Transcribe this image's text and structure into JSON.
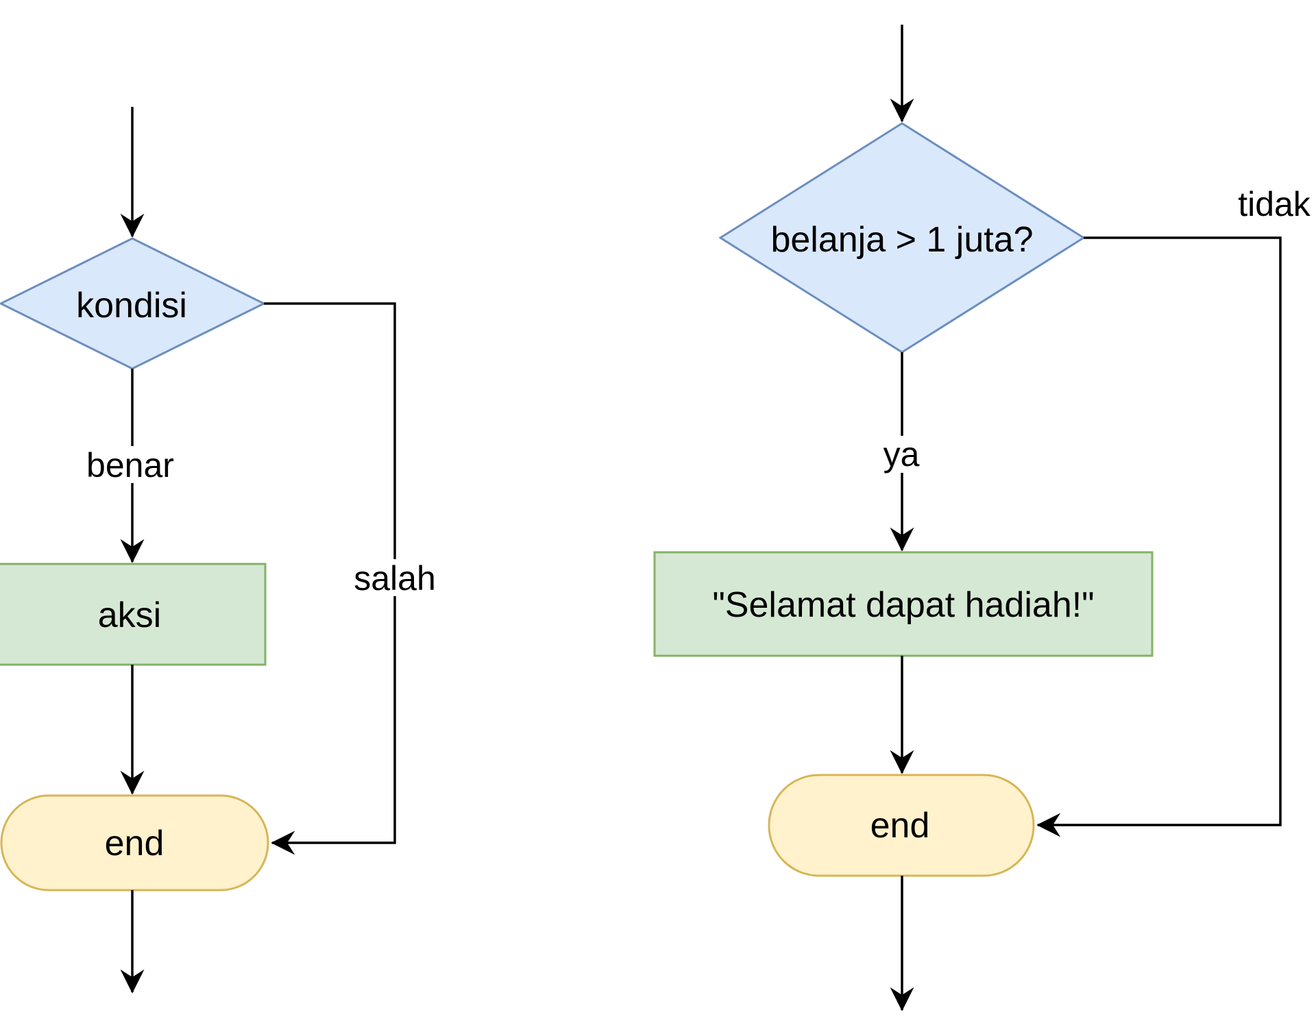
{
  "diagram": {
    "title": "if-condition flowchart (generic pattern and shopping example)",
    "left_flow": {
      "decision_label": "kondisi",
      "action_label": "aksi",
      "end_label": "end",
      "true_branch_label": "benar",
      "false_branch_label": "salah"
    },
    "right_flow": {
      "decision_label": "belanja > 1 juta?",
      "action_label": "\"Selamat dapat hadiah!\"",
      "end_label": "end",
      "true_branch_label": "ya",
      "false_branch_label": "tidak"
    },
    "colors": {
      "decision_fill": "#dae8fc",
      "decision_stroke": "#6c8ebf",
      "action_fill": "#d5e8d4",
      "action_stroke": "#82b366",
      "end_fill": "#fff2cc",
      "end_stroke": "#d6b656",
      "connector": "#000000"
    }
  }
}
